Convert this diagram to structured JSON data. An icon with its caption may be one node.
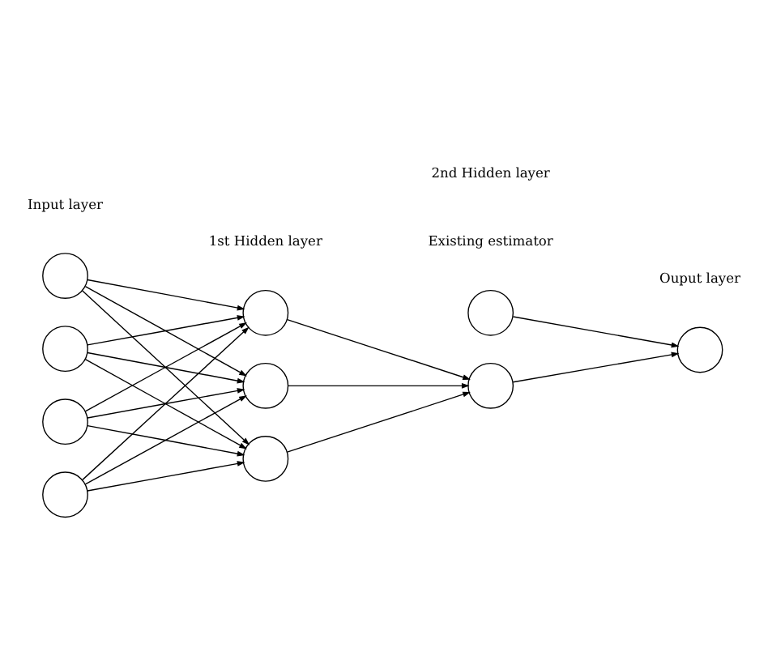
{
  "diagram": {
    "nodes": [
      {
        "text": [],
        "shape": "circle"
      },
      {
        "text": [],
        "shape": "circle"
      },
      {
        "text": [],
        "shape": "circle"
      },
      {
        "text": [],
        "shape": "circle"
      },
      {
        "text": [],
        "shape": "circle"
      },
      {
        "text": [],
        "shape": "circle"
      },
      {
        "text": [],
        "shape": "circle"
      },
      {
        "text": [],
        "shape": "circle",
        "beside": [
          "Existing estimator"
        ]
      },
      {
        "text": [],
        "shape": "circle"
      },
      {
        "text": [],
        "shape": "circle"
      }
    ],
    "edges": [
      {
        "from": 0,
        "to": 4,
        "arrow": "to"
      },
      {
        "from": 0,
        "to": 5,
        "arrow": "to"
      },
      {
        "from": 0,
        "to": 6,
        "arrow": "to"
      },
      {
        "from": 1,
        "to": 4,
        "arrow": "to"
      },
      {
        "from": 1,
        "to": 5,
        "arrow": "to"
      },
      {
        "from": 1,
        "to": 6,
        "arrow": "to"
      },
      {
        "from": 2,
        "to": 4,
        "arrow": "to"
      },
      {
        "from": 2,
        "to": 5,
        "arrow": "to"
      },
      {
        "from": 2,
        "to": 6,
        "arrow": "to"
      },
      {
        "from": 3,
        "to": 4,
        "arrow": "to"
      },
      {
        "from": 3,
        "to": 5,
        "arrow": "to"
      },
      {
        "from": 3,
        "to": 6,
        "arrow": "to"
      },
      {
        "from": 4,
        "to": 8,
        "arrow": "to"
      },
      {
        "from": 5,
        "to": 8,
        "arrow": "to"
      },
      {
        "from": 6,
        "to": 8,
        "arrow": "to"
      },
      {
        "from": 7,
        "to": 9,
        "arrow": "to"
      },
      {
        "from": 8,
        "to": 9,
        "arrow": "to"
      }
    ],
    "labels": [
      "Input layer",
      "1st Hidden layer",
      "2nd Hidden layer",
      "Ouput layer"
    ]
  }
}
